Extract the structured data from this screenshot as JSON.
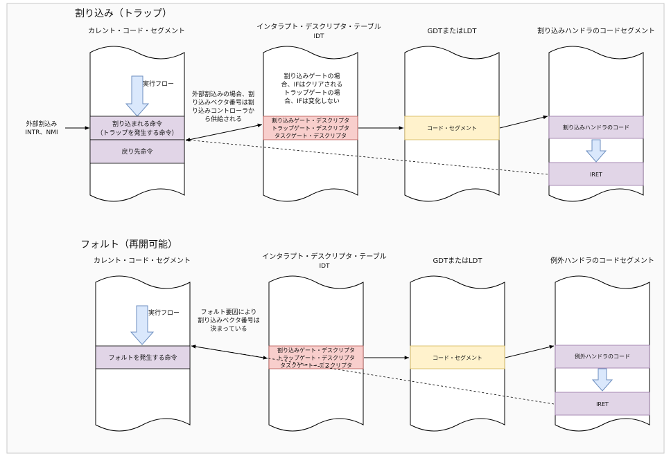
{
  "trap": {
    "title": "割り込み（トラップ）",
    "col1_header": "カレント・コード・セグメント",
    "col2_header": "インタラプト・デスクリプタ・テーブル",
    "col2_sub": "IDT",
    "col3_header": "GDTまたはLDT",
    "col4_header": "割り込みハンドラのコードセグメント",
    "flow_label": "実行フロー",
    "ext_label_1": "外部割込み",
    "ext_label_2": "INTR、NMI",
    "interrupted_1": "割り込まれる命令",
    "interrupted_2": "（トラップを発生する命令）",
    "return_instr": "戻り先命令",
    "vector_note": [
      "外部割込みの場合、割",
      "り込みベクタ番号は割",
      "り込みコントローラか",
      "ら供給される"
    ],
    "gate_note": [
      "割り込みゲートの場",
      "合、IFはクリアされる",
      "トラップゲートの場",
      "合、IFは変化しない"
    ],
    "gates": [
      "割り込みゲート・デスクリプタ",
      "トラップゲート・デスクリプタ",
      "タスクゲート・デスクリプタ"
    ],
    "code_segment": "コード・セグメント",
    "handler_code": "割り込みハンドラのコード",
    "iret": "IRET"
  },
  "fault": {
    "title": "フォルト（再開可能）",
    "col1_header": "カレント・コード・セグメント",
    "col2_header": "インタラプト・デスクリプタ・テーブル",
    "col2_sub": "IDT",
    "col3_header": "GDTまたはLDT",
    "col4_header": "例外ハンドラのコードセグメント",
    "flow_label": "実行フロー",
    "fault_instr": "フォルトを発生する命令",
    "vector_note": [
      "フォルト要因により",
      "割り込みベクタ番号は",
      "決まっている"
    ],
    "gates": [
      "割り込みゲート・デスクリプタ",
      "トラップゲート・デスクリプタ",
      "タスクゲート・デスクリプタ"
    ],
    "code_segment": "コード・セグメント",
    "handler_code": "例外ハンドラのコード",
    "iret": "IRET"
  },
  "colors": {
    "purple": "#e1d5e7",
    "red": "#f8cecc",
    "yellow": "#fff2cc",
    "arrow_fill": "#dae8fc",
    "arrow_stroke": "#6c8ebf"
  }
}
